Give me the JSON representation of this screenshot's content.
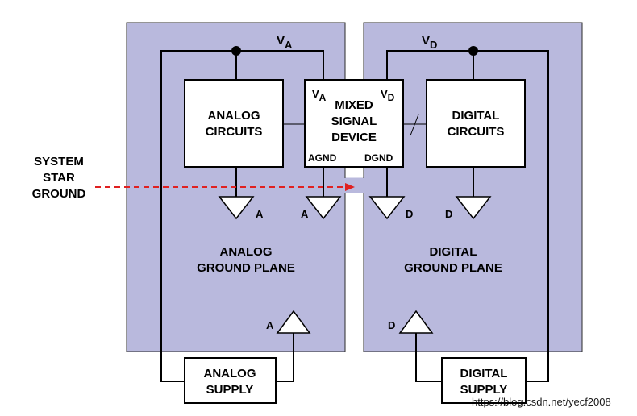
{
  "colors": {
    "plane_fill": "#b9b9dd",
    "plane_stroke": "#2b2b2b",
    "arrow": "#e02020",
    "wire": "#000000",
    "box_fill": "#ffffff"
  },
  "rails": {
    "analog": {
      "label": "V",
      "sub": "A"
    },
    "digital": {
      "label": "V",
      "sub": "D"
    }
  },
  "blocks": {
    "analog_circuits": [
      "ANALOG",
      "CIRCUITS"
    ],
    "digital_circuits": [
      "DIGITAL",
      "CIRCUITS"
    ],
    "mixed_signal": [
      "MIXED",
      "SIGNAL",
      "DEVICE"
    ],
    "analog_supply": [
      "ANALOG",
      "SUPPLY"
    ],
    "digital_supply": [
      "DIGITAL",
      "SUPPLY"
    ]
  },
  "pins": {
    "va": {
      "label": "V",
      "sub": "A"
    },
    "vd": {
      "label": "V",
      "sub": "D"
    },
    "agnd": "AGND",
    "dgnd": "DGND"
  },
  "ground_symbols": {
    "analog": "A",
    "digital": "D"
  },
  "planes": {
    "analog": [
      "ANALOG",
      "GROUND PLANE"
    ],
    "digital": [
      "DIGITAL",
      "GROUND PLANE"
    ]
  },
  "star_ground": [
    "SYSTEM",
    "STAR",
    "GROUND"
  ],
  "watermark": "https://blog.csdn.net/yecf2008"
}
